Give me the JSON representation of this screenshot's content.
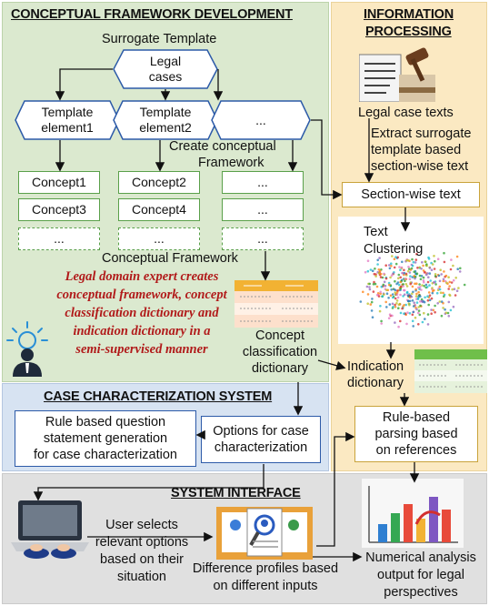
{
  "sections": {
    "conceptual": "CONCEPTUAL FRAMEWORK DEVELOPMENT",
    "info_line1": "INFORMATION",
    "info_line2": "PROCESSING",
    "case_char": "CASE CHARACTERIZATION SYSTEM",
    "sys_interface": "SYSTEM INTERFACE"
  },
  "conceptual": {
    "surrogate_title": "Surrogate Template",
    "legal_cases_1": "Legal",
    "legal_cases_2": "cases",
    "template_el1_1": "Template",
    "template_el1_2": "element1",
    "template_el2_1": "Template",
    "template_el2_2": "element2",
    "template_el3": "...",
    "create_framework_1": "Create conceptual",
    "create_framework_2": "Framework",
    "concept1": "Concept1",
    "concept2": "Concept2",
    "concept3": "Concept3",
    "concept4": "Concept4",
    "dots": "...",
    "framework_label": "Conceptual Framework",
    "expert_1": "Legal domain expert creates",
    "expert_2": "conceptual framework, concept",
    "expert_3": "classification dictionary and",
    "expert_4": "indication dictionary in a",
    "expert_5": "semi-supervised manner",
    "ccd_1": "Concept",
    "ccd_2": "classification",
    "ccd_3": "dictionary"
  },
  "info": {
    "legal_texts": "Legal case texts",
    "extract_1": "Extract surrogate",
    "extract_2": "template based",
    "extract_3": "section-wise text",
    "section_text": "Section-wise text",
    "clustering_1": "Text",
    "clustering_2": "Clustering",
    "indication_1": "Indication",
    "indication_2": "dictionary",
    "parsing_1": "Rule-based",
    "parsing_2": "parsing based",
    "parsing_3": "on references"
  },
  "case_char": {
    "rule_1": "Rule based question",
    "rule_2": "statement generation",
    "rule_3": "for case characterization",
    "options_1": "Options for case",
    "options_2": "characterization"
  },
  "sys": {
    "user_1": "User selects",
    "user_2": "relevant options",
    "user_3": "based on their",
    "user_4": "situation",
    "diff_1": "Difference profiles based",
    "diff_2": "on different inputs",
    "num_1": "Numerical analysis",
    "num_2": "output for legal",
    "num_3": "perspectives"
  },
  "colors": {
    "green_panel": "#dbe9cf",
    "orange_panel": "#fbe9c2",
    "blue_panel": "#d7e3f2",
    "gray_panel": "#e0e0e0",
    "expert_text": "#b11a1a"
  }
}
